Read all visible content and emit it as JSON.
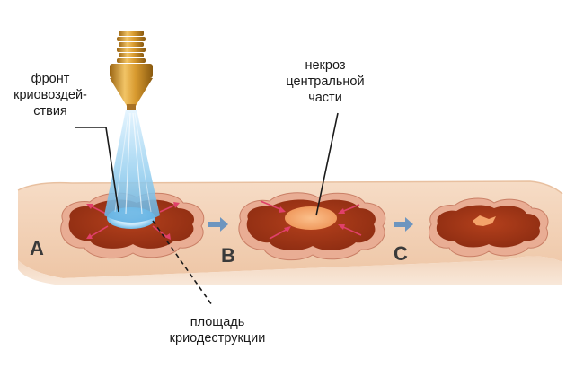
{
  "labels": {
    "cryo_front": [
      "фронт",
      "криовоздей-",
      "ствия"
    ],
    "necrosis": [
      "некроз",
      "центральной",
      "части"
    ],
    "cryo_area": [
      "площадь",
      "криодеструкции"
    ]
  },
  "stages": [
    "A",
    "B",
    "C"
  ],
  "colors": {
    "skin": "#f2d2b8",
    "tissue_rim": "#e7a98f",
    "tissue_core": "#a13518",
    "necrosis": "#f4a36a",
    "arrow": "#e0406a",
    "stage_arrow": "#6d95bf",
    "nozzle": "#d89a2f",
    "spray": "#9ed3f1"
  },
  "icons": [
    "cryo-nozzle-icon",
    "stage-arrow-icon"
  ]
}
